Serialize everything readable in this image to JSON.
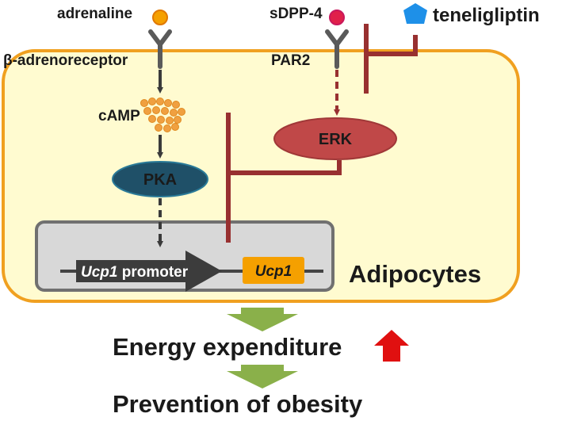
{
  "labels": {
    "adrenaline": "adrenaline",
    "sdpp4": "sDPP-4",
    "teneligliptin": "teneligliptin",
    "beta_receptor": "β-adrenoreceptor",
    "par2": "PAR2",
    "camp": "cAMP",
    "erk": "ERK",
    "pka": "PKA",
    "ucp1_promoter_gene": "Ucp1",
    "ucp1_promoter_word": " promoter",
    "ucp1_gene": "Ucp1",
    "adipocytes": "Adipocytes",
    "energy_expenditure": "Energy expenditure",
    "prevention": "Prevention of obesity"
  },
  "colors": {
    "cell_fill": "#fffbd0",
    "cell_stroke": "#f0a020",
    "ligand_orange": "#f0a020",
    "ligand_red": "#e0204a",
    "drug_blue": "#1e90e8",
    "receptor_gray": "#5a5a5a",
    "inhibit_maroon": "#983030",
    "erk_fill": "#c04848",
    "pka_fill": "#1f5068",
    "nucleus_fill": "#d8d8d8",
    "nucleus_stroke": "#707070",
    "ucp1_box": "#f5a000",
    "green_arrow": "#8ab04a",
    "up_arrow": "#e01010"
  },
  "icons": {
    "receptor": "y-shaped-receptor-icon",
    "camp": "molecule-cluster-icon",
    "drug": "pentagon-icon",
    "increase": "red-up-arrow-icon"
  }
}
